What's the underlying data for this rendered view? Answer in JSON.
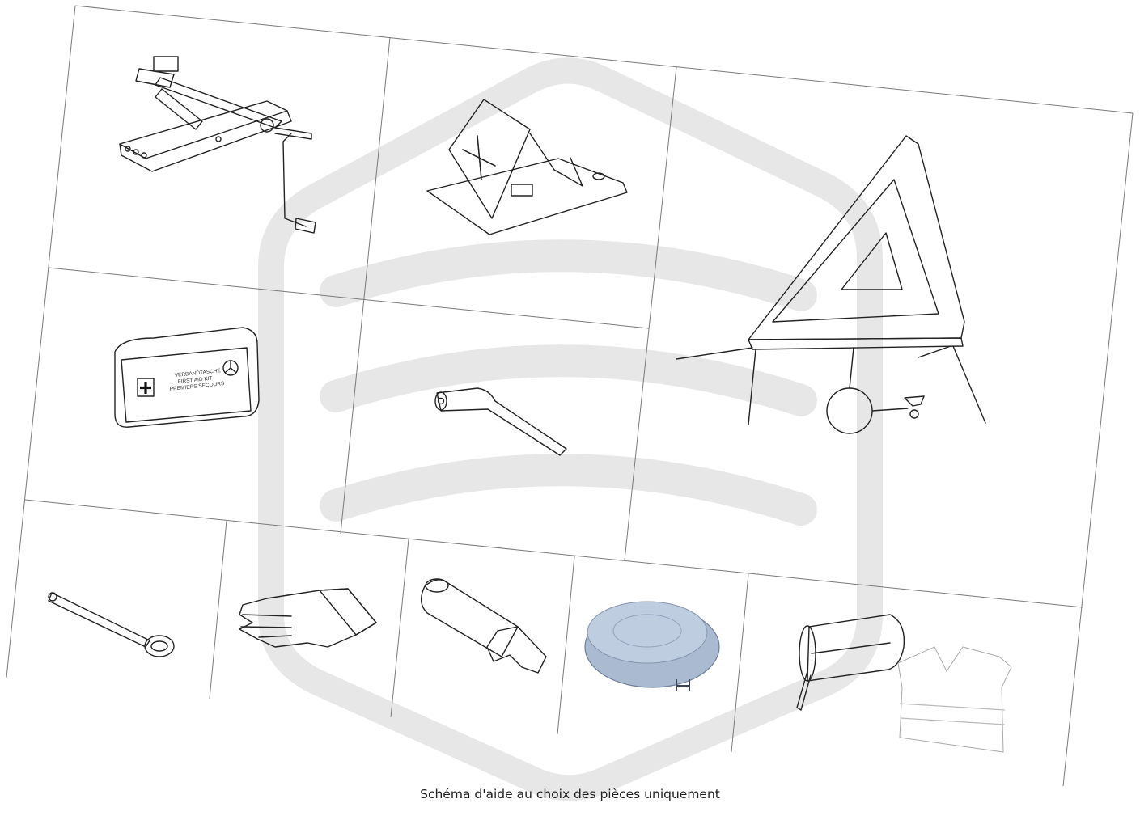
{
  "caption": "Schéma d'aide au choix des pièces uniquement",
  "watermark": {
    "name": "brand-watermark",
    "color": "#e6e6e6"
  },
  "parts": [
    {
      "name": "car-jack"
    },
    {
      "name": "wheel-chock"
    },
    {
      "name": "warning-triangle"
    },
    {
      "name": "first-aid-kit",
      "text": {
        "line1": "VERBANDTASCHE",
        "line2": "FIRST AID KIT",
        "line3": "PREMIERS SECOURS"
      }
    },
    {
      "name": "wheel-wrench"
    },
    {
      "name": "towing-eye"
    },
    {
      "name": "work-gloves"
    },
    {
      "name": "wheel-bolt-adapter"
    },
    {
      "name": "spare-wheel-cover"
    },
    {
      "name": "warning-triangle-pouch"
    },
    {
      "name": "safety-vest"
    }
  ]
}
